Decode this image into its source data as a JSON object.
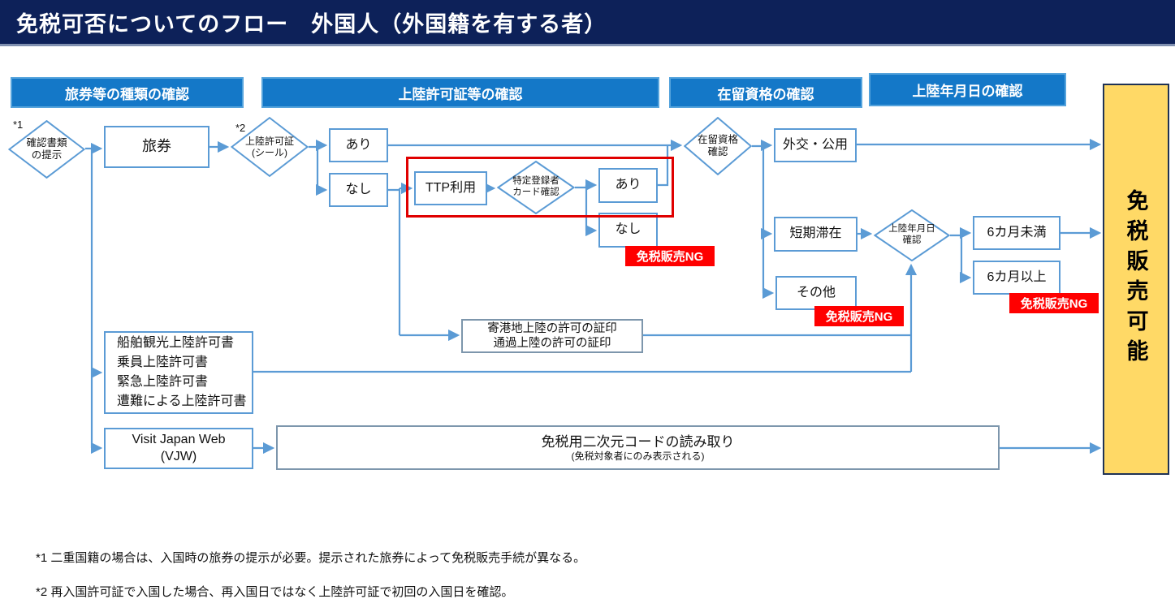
{
  "title": "免税可否についてのフロー　外国人（外国籍を有する者）",
  "headers": {
    "passport_type": "旅券等の種類の確認",
    "landing_permit": "上陸許可証等の確認",
    "residence_status": "在留資格の確認",
    "landing_date": "上陸年月日の確認"
  },
  "nodes": {
    "doc_check": {
      "label": "確認書類\nの提示",
      "note": "*1"
    },
    "passport": {
      "label": "旅券"
    },
    "landing_permit_seal": {
      "label": "上陸許可証\n(シール)",
      "note": "*2"
    },
    "seal_yes": {
      "label": "あり"
    },
    "seal_no": {
      "label": "なし"
    },
    "ttp": {
      "label": "TTP利用"
    },
    "registered_card_check": {
      "label": "特定登録者\nカード確認"
    },
    "card_yes": {
      "label": "あり"
    },
    "card_no": {
      "label": "なし"
    },
    "residence_check": {
      "label": "在留資格\n確認"
    },
    "diplomat": {
      "label": "外交・公用"
    },
    "short_stay": {
      "label": "短期滞在"
    },
    "other": {
      "label": "その他"
    },
    "landing_date_check": {
      "label": "上陸年月日\n確認"
    },
    "under_6m": {
      "label": "6カ月未満"
    },
    "over_6m": {
      "label": "6カ月以上"
    },
    "port_seal": {
      "label": "寄港地上陸の許可の証印\n通過上陸の許可の証印"
    },
    "ship_permits": {
      "label": "船舶観光上陸許可書\n乗員上陸許可書\n緊急上陸許可書\n遭難による上陸許可書"
    },
    "vjw": {
      "label": "Visit Japan Web\n(VJW)"
    },
    "qr": {
      "label": "免税用二次元コードの読み取り",
      "sub": "(免税対象者にのみ表示される)"
    }
  },
  "ng_label": "免税販売NG",
  "result": "免税販売可能",
  "footnotes": [
    "*1 二重国籍の場合は、入国時の旅券の提示が必要。提示された旅券によって免税販売手続が異なる。",
    "*2 再入国許可証で入国した場合、再入国日ではなく上陸許可証で初回の入国日を確認。"
  ],
  "colors": {
    "title_navy": "#0D2159",
    "header_blue": "#1478C8",
    "line_blue": "#5B9BD5",
    "ng_red": "#FF0000",
    "highlight_red": "#E00000",
    "result_yellow": "#FFD966"
  }
}
